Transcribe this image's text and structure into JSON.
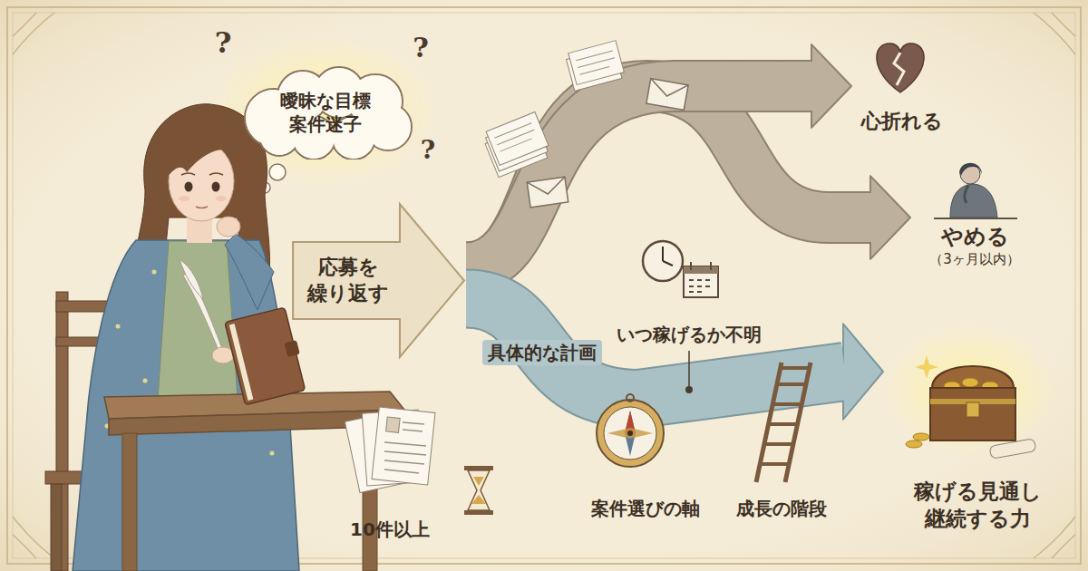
{
  "diagram": {
    "nodes": [
      {
        "text": [
          "曖昧な目標 案件迷子"
        ]
      },
      {
        "text": [
          "応募を 繰り返す"
        ]
      },
      {
        "text": [
          "心折れる"
        ]
      },
      {
        "text": [
          "やめる",
          "（3ヶ月以内）"
        ]
      },
      {
        "text": [
          "稼げる見通し 継続する力"
        ]
      }
    ],
    "edges": [
      {
        "from": 1,
        "to": 2,
        "arrow": "to"
      },
      {
        "from": 1,
        "to": 3,
        "arrow": "to"
      },
      {
        "from": 1,
        "to": 4,
        "arrow": "to",
        "label": "具体的な計画"
      }
    ],
    "labels": [
      "?",
      "?",
      "?",
      "いつ稼げるか不明",
      "10件以上",
      "案件選びの軸",
      "成長の階段"
    ]
  }
}
